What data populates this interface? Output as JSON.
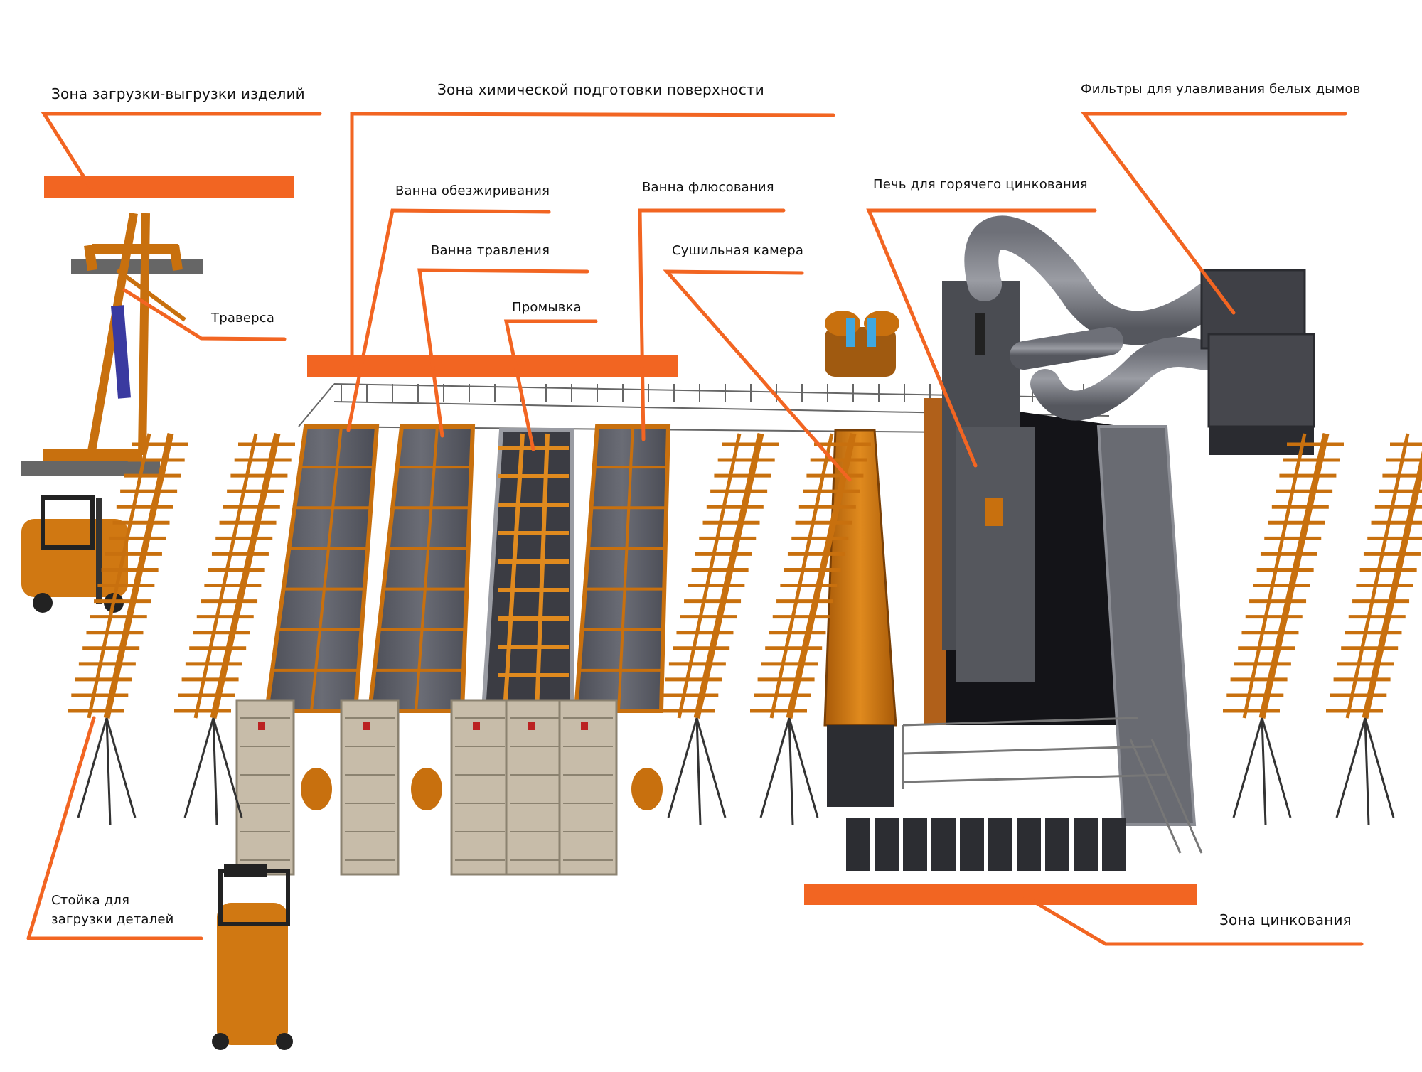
{
  "colors": {
    "accent": "#f26522",
    "frame": "#c8700e",
    "frame_dark": "#8a4a08",
    "tank_top": "#5a5c66",
    "tank_dark": "#2f3036",
    "furnace": "#4a4c52",
    "pump": "#c7bca9"
  },
  "labels": {
    "loading_zone": "Зона загрузки-выгрузки изделий",
    "chem_zone": "Зона химической подготовки поверхности",
    "filters": "Фильтры для улавливания белых дымов",
    "degreasing": "Ванна обезжиривания",
    "fluxing": "Ванна флюсования",
    "furnace": "Печь для горячего цинкования",
    "etching": "Ванна травления",
    "drying": "Сушильная камера",
    "rinse": "Промывка",
    "traverse": "Траверса",
    "rack_line1": "Стойка для",
    "rack_line2": "загрузки деталей",
    "galv_zone": "Зона цинкования"
  },
  "icons": [
    "crane-icon",
    "forklift-icon",
    "tank-icon",
    "furnace-icon",
    "duct-icon",
    "filter-icon",
    "rack-icon"
  ]
}
